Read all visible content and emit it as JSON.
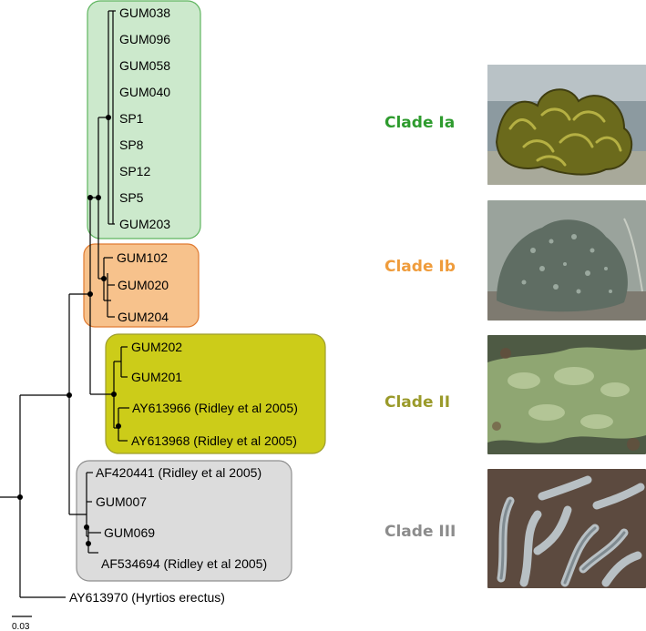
{
  "tree": {
    "clades": [
      {
        "id": "ia",
        "label": "Clade Ia",
        "color": "#2e9b2e",
        "fill": "#cce9cc",
        "stroke": "#5fb55f",
        "taxa": [
          "GUM038",
          "GUM096",
          "GUM058",
          "GUM040",
          "SP1",
          "SP8",
          "SP12",
          "SP5",
          "GUM203"
        ]
      },
      {
        "id": "ib",
        "label": "Clade Ib",
        "color": "#ef9c3c",
        "fill": "#f7c28c",
        "stroke": "#e07b32",
        "taxa": [
          "GUM102",
          "GUM020",
          "GUM204"
        ]
      },
      {
        "id": "ii",
        "label": "Clade II",
        "color": "#9a9a2a",
        "fill": "#cccc19",
        "stroke": "#9d9d2d",
        "taxa": [
          "GUM202",
          "GUM201",
          "AY613966 (Ridley et al 2005)",
          "AY613968 (Ridley et al 2005)"
        ]
      },
      {
        "id": "iii",
        "label": "Clade III",
        "color": "#8c8c8c",
        "fill": "#dcdcdc",
        "stroke": "#8f8f8f",
        "taxa": [
          "AF420441 (Ridley et al 2005)",
          "GUM007",
          "GUM069",
          "AF534694 (Ridley et al 2005)"
        ]
      }
    ],
    "outgroup": "AY613970 (Hyrtios erectus)",
    "scale_bar": "0.03"
  },
  "photos": [
    {
      "clade": "ia",
      "description": "olive-green convoluted sponge"
    },
    {
      "clade": "ib",
      "description": "grey-green lobed sponge"
    },
    {
      "clade": "ii",
      "description": "pale green encrusting sponge"
    },
    {
      "clade": "iii",
      "description": "grey finger-like sponge"
    }
  ]
}
